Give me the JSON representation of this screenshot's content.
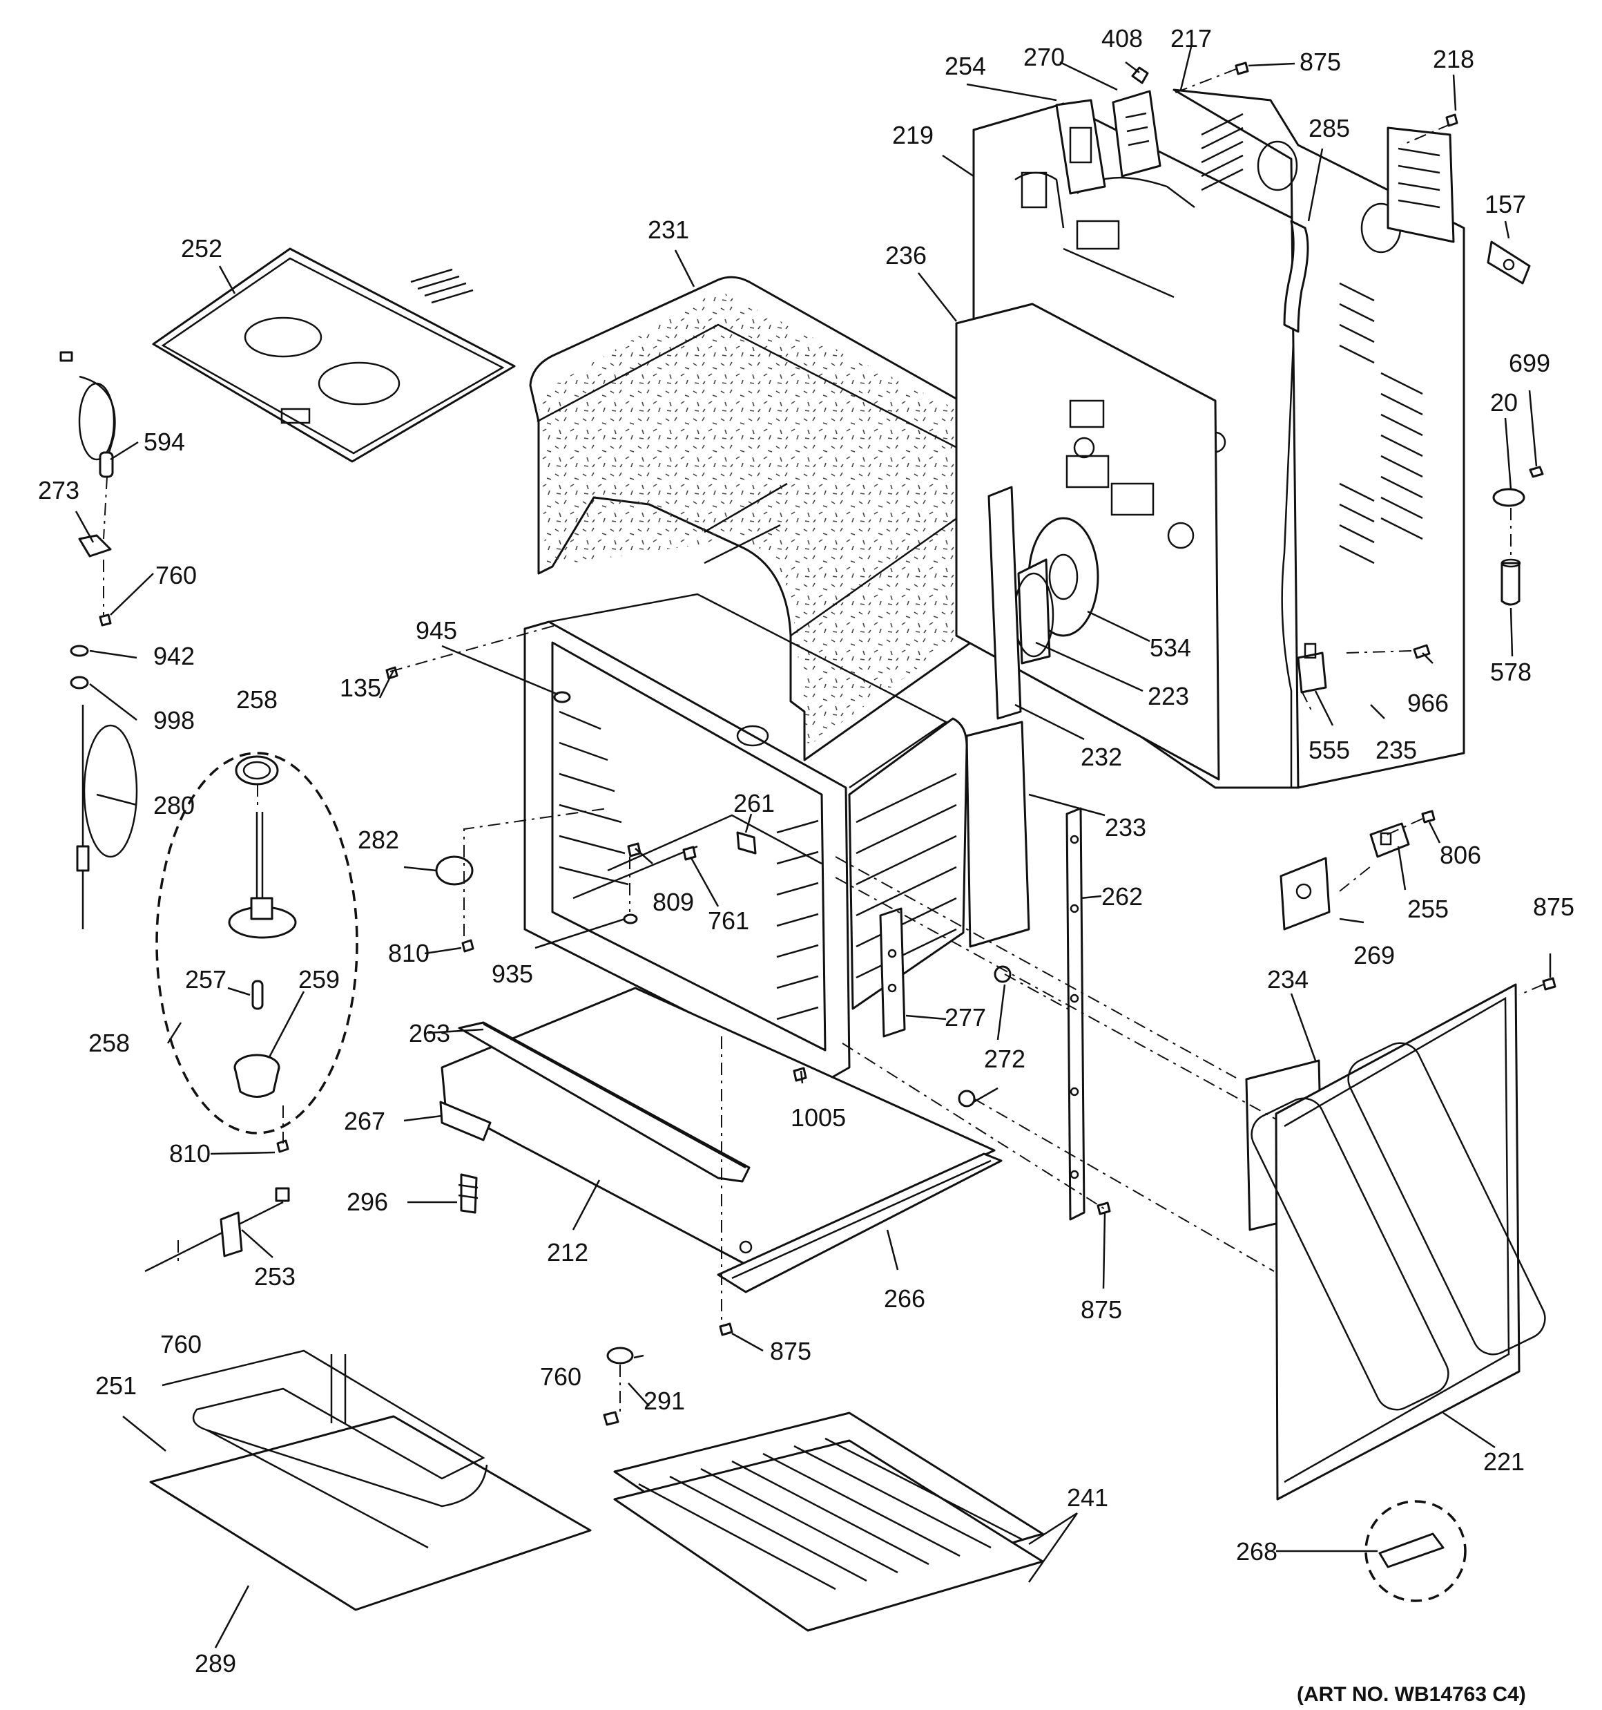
{
  "diagram": {
    "callouts": [
      {
        "id": "c252",
        "text": "252"
      },
      {
        "id": "c231",
        "text": "231"
      },
      {
        "id": "c594",
        "text": "594"
      },
      {
        "id": "c273",
        "text": "273"
      },
      {
        "id": "c760a",
        "text": "760"
      },
      {
        "id": "c942",
        "text": "942"
      },
      {
        "id": "c998",
        "text": "998"
      },
      {
        "id": "c258a",
        "text": "258"
      },
      {
        "id": "c280",
        "text": "280"
      },
      {
        "id": "c135",
        "text": "135"
      },
      {
        "id": "c945",
        "text": "945"
      },
      {
        "id": "c282",
        "text": "282"
      },
      {
        "id": "c810a",
        "text": "810"
      },
      {
        "id": "c257",
        "text": "257"
      },
      {
        "id": "c259",
        "text": "259"
      },
      {
        "id": "c258b",
        "text": "258"
      },
      {
        "id": "c810b",
        "text": "810"
      },
      {
        "id": "c261",
        "text": "261"
      },
      {
        "id": "c809",
        "text": "809"
      },
      {
        "id": "c761",
        "text": "761"
      },
      {
        "id": "c935",
        "text": "935"
      },
      {
        "id": "c263",
        "text": "263"
      },
      {
        "id": "c267",
        "text": "267"
      },
      {
        "id": "c296",
        "text": "296"
      },
      {
        "id": "c212",
        "text": "212"
      },
      {
        "id": "c253",
        "text": "253"
      },
      {
        "id": "c760b",
        "text": "760"
      },
      {
        "id": "c1005",
        "text": "1005"
      },
      {
        "id": "c277",
        "text": "277"
      },
      {
        "id": "c266",
        "text": "266"
      },
      {
        "id": "c875c",
        "text": "875"
      },
      {
        "id": "c760c",
        "text": "760"
      },
      {
        "id": "c291",
        "text": "291"
      },
      {
        "id": "c251",
        "text": "251"
      },
      {
        "id": "c289",
        "text": "289"
      },
      {
        "id": "c241",
        "text": "241"
      },
      {
        "id": "c254",
        "text": "254"
      },
      {
        "id": "c270",
        "text": "270"
      },
      {
        "id": "c408",
        "text": "408"
      },
      {
        "id": "c217",
        "text": "217"
      },
      {
        "id": "c875a",
        "text": "875"
      },
      {
        "id": "c218",
        "text": "218"
      },
      {
        "id": "c219",
        "text": "219"
      },
      {
        "id": "c285",
        "text": "285"
      },
      {
        "id": "c157",
        "text": "157"
      },
      {
        "id": "c236",
        "text": "236"
      },
      {
        "id": "c699",
        "text": "699"
      },
      {
        "id": "c20",
        "text": "20"
      },
      {
        "id": "c534",
        "text": "534"
      },
      {
        "id": "c223",
        "text": "223"
      },
      {
        "id": "c232",
        "text": "232"
      },
      {
        "id": "c578",
        "text": "578"
      },
      {
        "id": "c966",
        "text": "966"
      },
      {
        "id": "c555",
        "text": "555"
      },
      {
        "id": "c235",
        "text": "235"
      },
      {
        "id": "c233",
        "text": "233"
      },
      {
        "id": "c806",
        "text": "806"
      },
      {
        "id": "c262",
        "text": "262"
      },
      {
        "id": "c255",
        "text": "255"
      },
      {
        "id": "c875b",
        "text": "875"
      },
      {
        "id": "c269",
        "text": "269"
      },
      {
        "id": "c234",
        "text": "234"
      },
      {
        "id": "c272",
        "text": "272"
      },
      {
        "id": "c875d",
        "text": "875"
      },
      {
        "id": "c221",
        "text": "221"
      },
      {
        "id": "c268",
        "text": "268"
      }
    ],
    "art_number": "(ART NO. WB14763 C4)"
  }
}
